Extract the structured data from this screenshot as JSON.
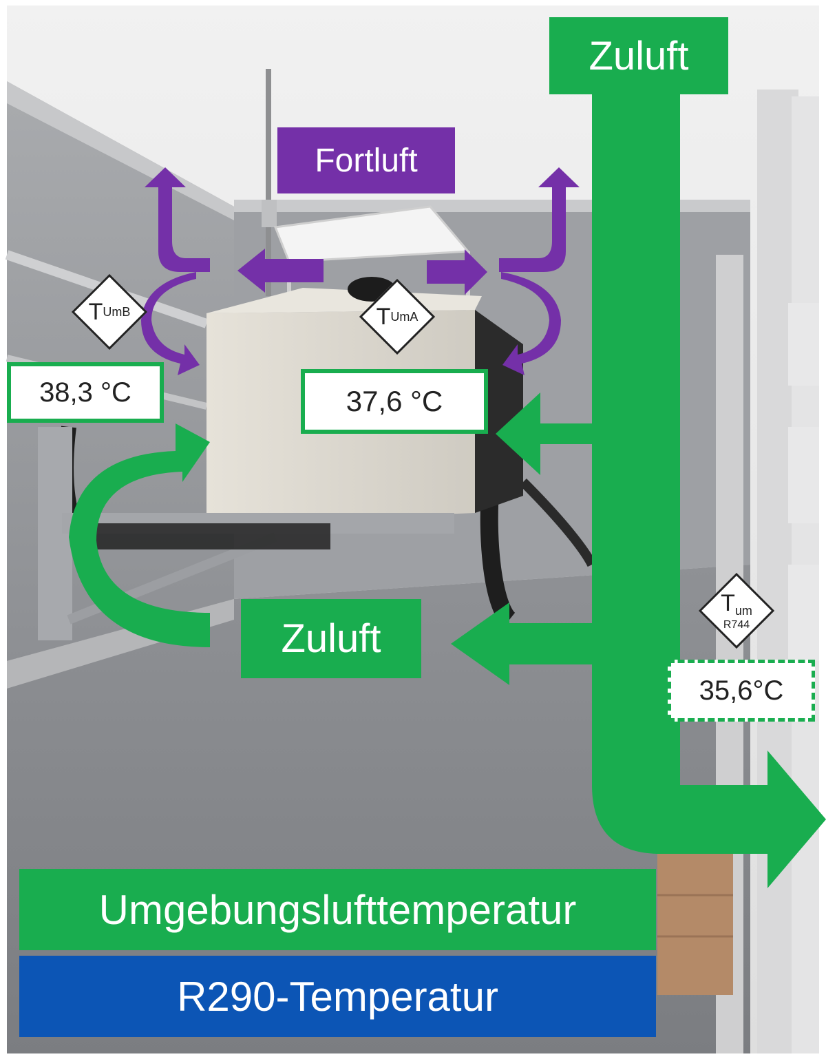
{
  "labels": {
    "zuluft_top": "Zuluft",
    "zuluft_mid": "Zuluft",
    "fortluft": "Fortluft",
    "legend_ambient": "Umgebungslufttemperatur",
    "legend_r290": "R290-Temperatur"
  },
  "sensors": {
    "umb": {
      "main": "T",
      "sub": "UmB",
      "value": "38,3 °C"
    },
    "uma": {
      "main": "T",
      "sub": "UmA",
      "value": "37,6 °C"
    },
    "r744": {
      "main": "T",
      "sub": "um",
      "sub2": "R744",
      "value": "35,6°C"
    }
  },
  "colors": {
    "green": "#19ad4f",
    "purple": "#7430a8",
    "blue": "#0c55b5"
  },
  "icons": {
    "arrows": "airflow-arrow-icon",
    "sensor": "sensor-diamond-icon"
  }
}
